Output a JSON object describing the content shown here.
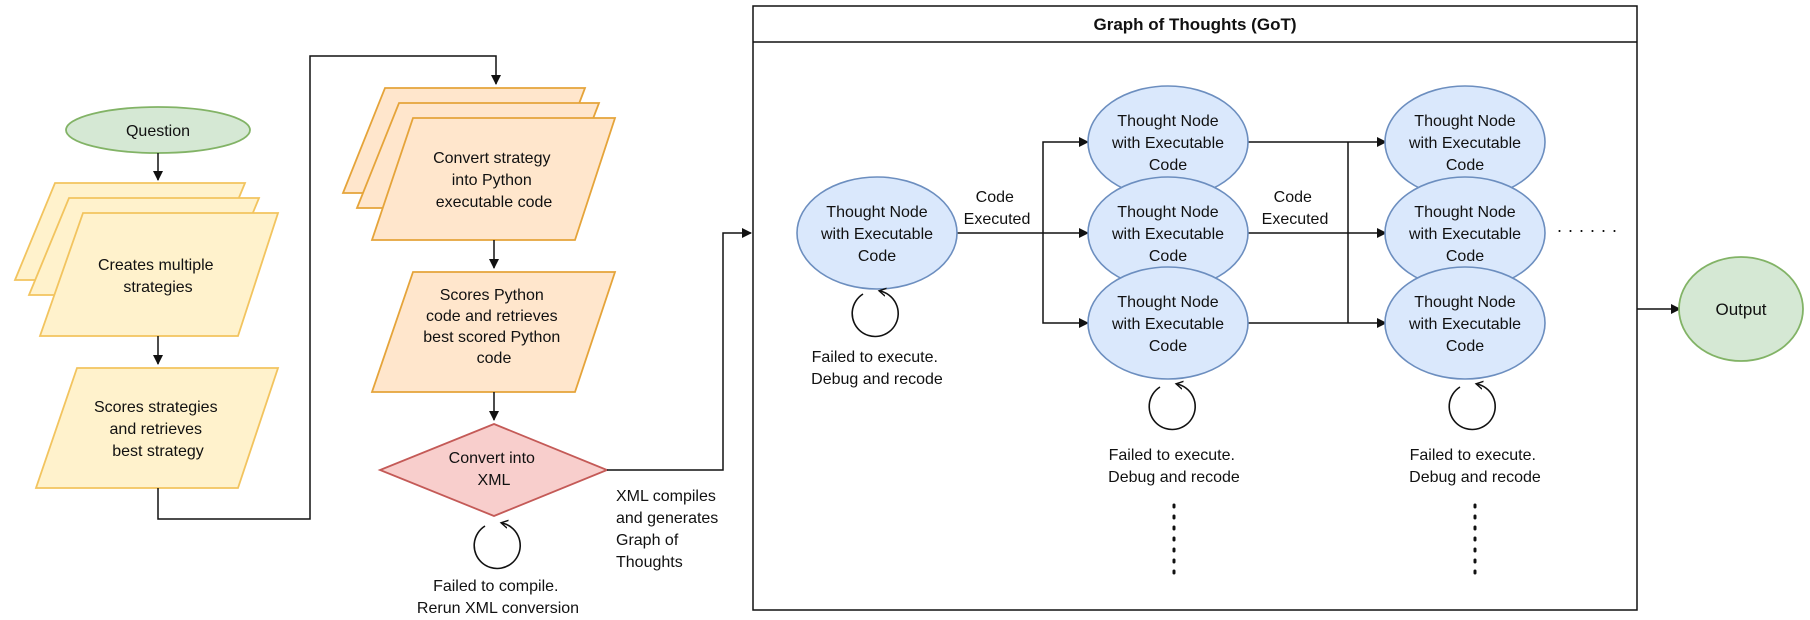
{
  "title": "Graph of Thoughts (GoT)",
  "colors": {
    "green_fill": "#d5e8d4",
    "green_stroke": "#82b366",
    "yellow_fill": "#fff2cc",
    "yellow_stroke": "#f2c45f",
    "orange_fill": "#ffe6cc",
    "orange_stroke": "#e5a43a",
    "red_fill": "#f8cecc",
    "red_stroke": "#c45a57",
    "blue_fill": "#dae8fc",
    "blue_stroke": "#6c8ebf",
    "line": "#111111"
  },
  "left_flow": {
    "question": "Question",
    "create_strategies": [
      "Creates multiple",
      "strategies"
    ],
    "score_strategies": [
      "Scores strategies",
      "and retrieves",
      "best strategy"
    ]
  },
  "middle_flow": {
    "convert_code": [
      "Convert strategy",
      "into Python",
      "executable code"
    ],
    "score_code": [
      "Scores Python",
      "code and retrieves",
      "best scored Python",
      "code"
    ],
    "convert_xml": [
      "Convert into",
      "XML"
    ],
    "xml_fail": [
      "Failed to compile.",
      "Rerun XML conversion"
    ],
    "xml_edge": [
      "XML compiles",
      "and generates",
      "Graph of",
      "Thoughts"
    ]
  },
  "got": {
    "node_label": [
      "Thought Node",
      "with Executable",
      "Code"
    ],
    "code_executed": [
      "Code",
      "Executed"
    ],
    "failed": [
      "Failed to execute.",
      "Debug and recode"
    ],
    "ellipsis": "· · · · · ·"
  },
  "output": "Output"
}
